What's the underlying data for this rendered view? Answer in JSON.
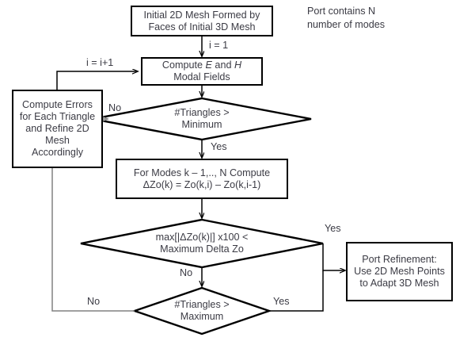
{
  "diagram": {
    "title_note": {
      "line1": "Port contains N",
      "line2": "number of modes"
    },
    "nodes": {
      "initial_mesh": {
        "line1": "Initial 2D Mesh Formed by",
        "line2": "Faces of Initial 3D Mesh"
      },
      "compute_fields": {
        "line1_a": "Compute ",
        "line1_b": "E",
        "line1_c": " and ",
        "line1_d": "H",
        "line2": "Modal Fields"
      },
      "compute_errors": {
        "line1": "Compute Errors",
        "line2": "for Each Triangle",
        "line3": "and Refine 2D",
        "line4": "Mesh",
        "line5": "Accordingly"
      },
      "for_modes": {
        "line1": "For Modes k – 1,.., N Compute",
        "line2": "ΔZo(k) = Zo(k,i) – Zo(k,i-1)"
      },
      "port_refinement": {
        "line1": "Port Refinement:",
        "line2": "Use 2D Mesh Points",
        "line3": "to Adapt 3D Mesh"
      }
    },
    "decisions": {
      "triangles_min": {
        "line1": "#Triangles >",
        "line2": "Minimum"
      },
      "max_delta": {
        "line1": "max[|ΔZo(k)|] x100 <",
        "line2": "Maximum Delta Zo"
      },
      "triangles_max": {
        "line1": "#Triangles >",
        "line2": "Maximum"
      }
    },
    "edge_labels": {
      "i_init": "i = 1",
      "i_increment": "i = i+1",
      "no_min": "No",
      "yes_min": "Yes",
      "yes_delta": "Yes",
      "no_delta": "No",
      "no_max": "No",
      "yes_max": "Yes"
    },
    "colors": {
      "stroke": "#000000",
      "wire_gray": "#808080",
      "text": "#3b3b44",
      "background": "#ffffff"
    }
  }
}
